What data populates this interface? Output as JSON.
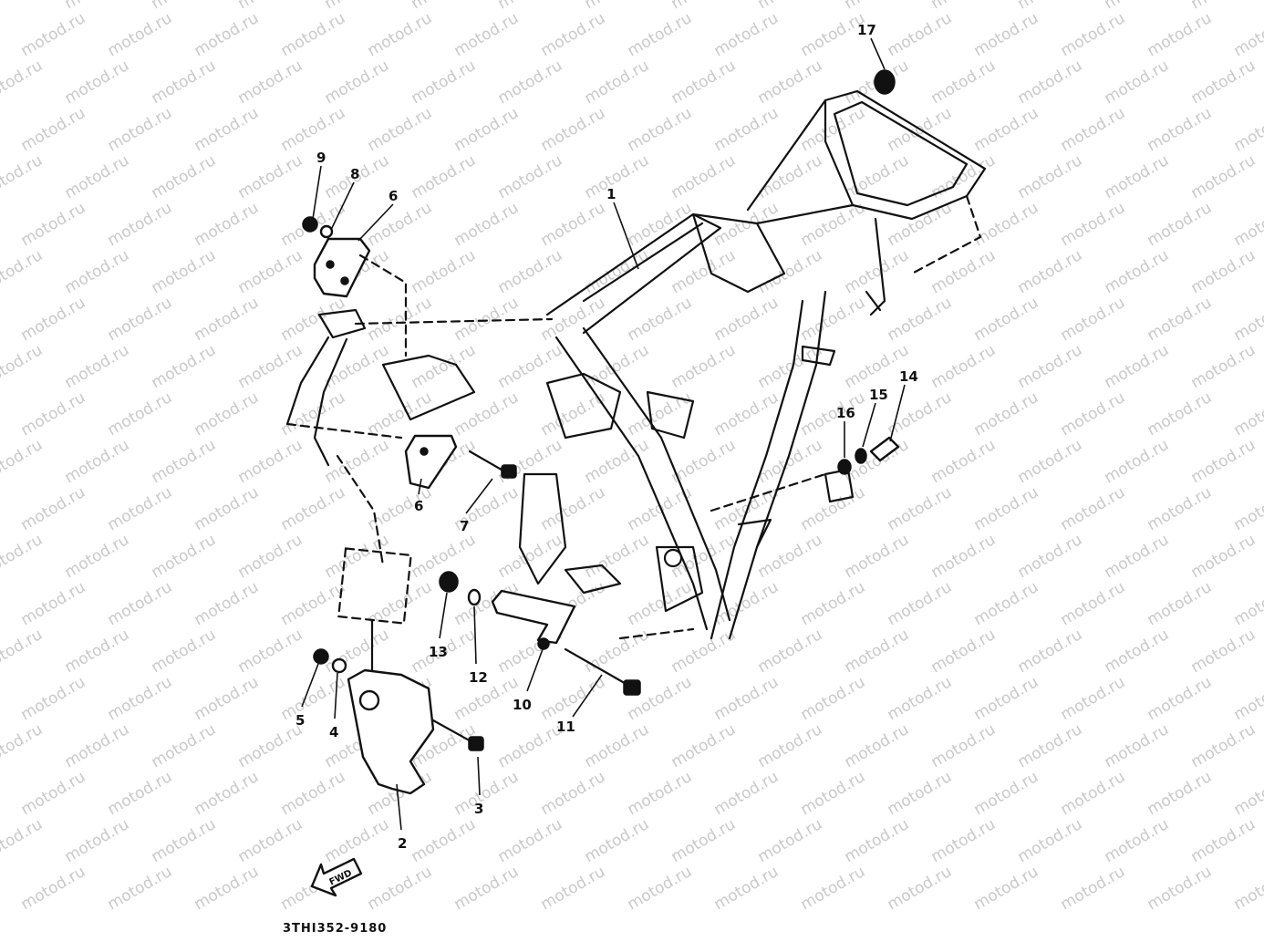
{
  "watermark": {
    "text": "motod.ru"
  },
  "diagram_code": "3THI352-9180",
  "fwd_arrow_label": "FWD",
  "callouts": [
    {
      "id": "c1",
      "label": "1"
    },
    {
      "id": "c2",
      "label": "2"
    },
    {
      "id": "c3",
      "label": "3"
    },
    {
      "id": "c4",
      "label": "4"
    },
    {
      "id": "c5",
      "label": "5"
    },
    {
      "id": "c6a",
      "label": "6"
    },
    {
      "id": "c6b",
      "label": "6"
    },
    {
      "id": "c7",
      "label": "7"
    },
    {
      "id": "c8",
      "label": "8"
    },
    {
      "id": "c9",
      "label": "9"
    },
    {
      "id": "c10",
      "label": "10"
    },
    {
      "id": "c11",
      "label": "11"
    },
    {
      "id": "c12",
      "label": "12"
    },
    {
      "id": "c13",
      "label": "13"
    },
    {
      "id": "c14",
      "label": "14"
    },
    {
      "id": "c15",
      "label": "15"
    },
    {
      "id": "c16",
      "label": "16"
    },
    {
      "id": "c17",
      "label": "17"
    }
  ]
}
